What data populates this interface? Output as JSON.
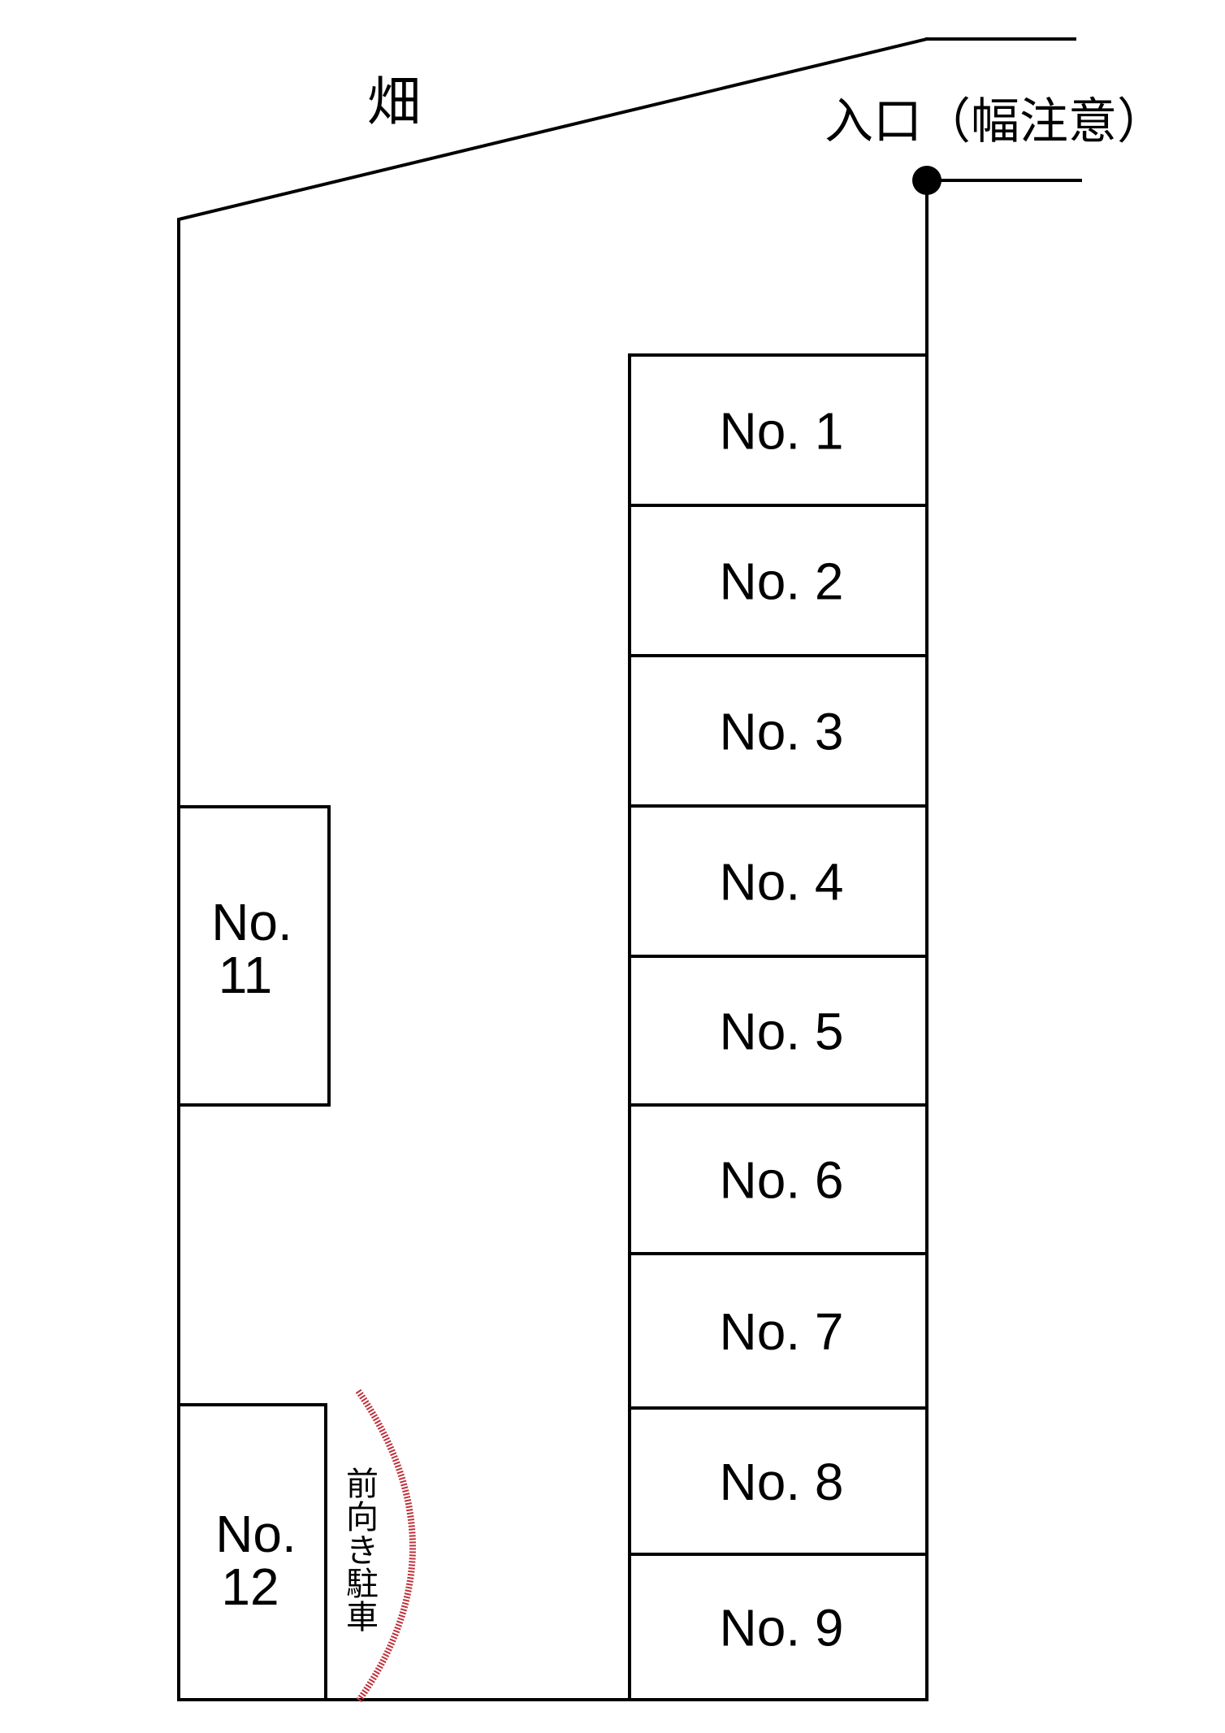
{
  "field_label": "畑",
  "entrance": {
    "label": "入口（幅注意）",
    "color": "#e00000"
  },
  "slots_right": [
    {
      "label": "No. 1"
    },
    {
      "label": "No. 2"
    },
    {
      "label": "No. 3"
    },
    {
      "label": "No. 4"
    },
    {
      "label": "No. 5"
    },
    {
      "label": "No. 6"
    },
    {
      "label": "No. 7"
    },
    {
      "label": "No. 8"
    },
    {
      "label": "No. 9"
    }
  ],
  "slot_11": {
    "line1": "No.",
    "line2": "11"
  },
  "slot_12": {
    "line1": "No.",
    "line2": "12"
  },
  "forward_parking_note": {
    "chars": [
      "前",
      "向",
      "き",
      "駐",
      "車"
    ],
    "arc_color": "#c0303a"
  }
}
